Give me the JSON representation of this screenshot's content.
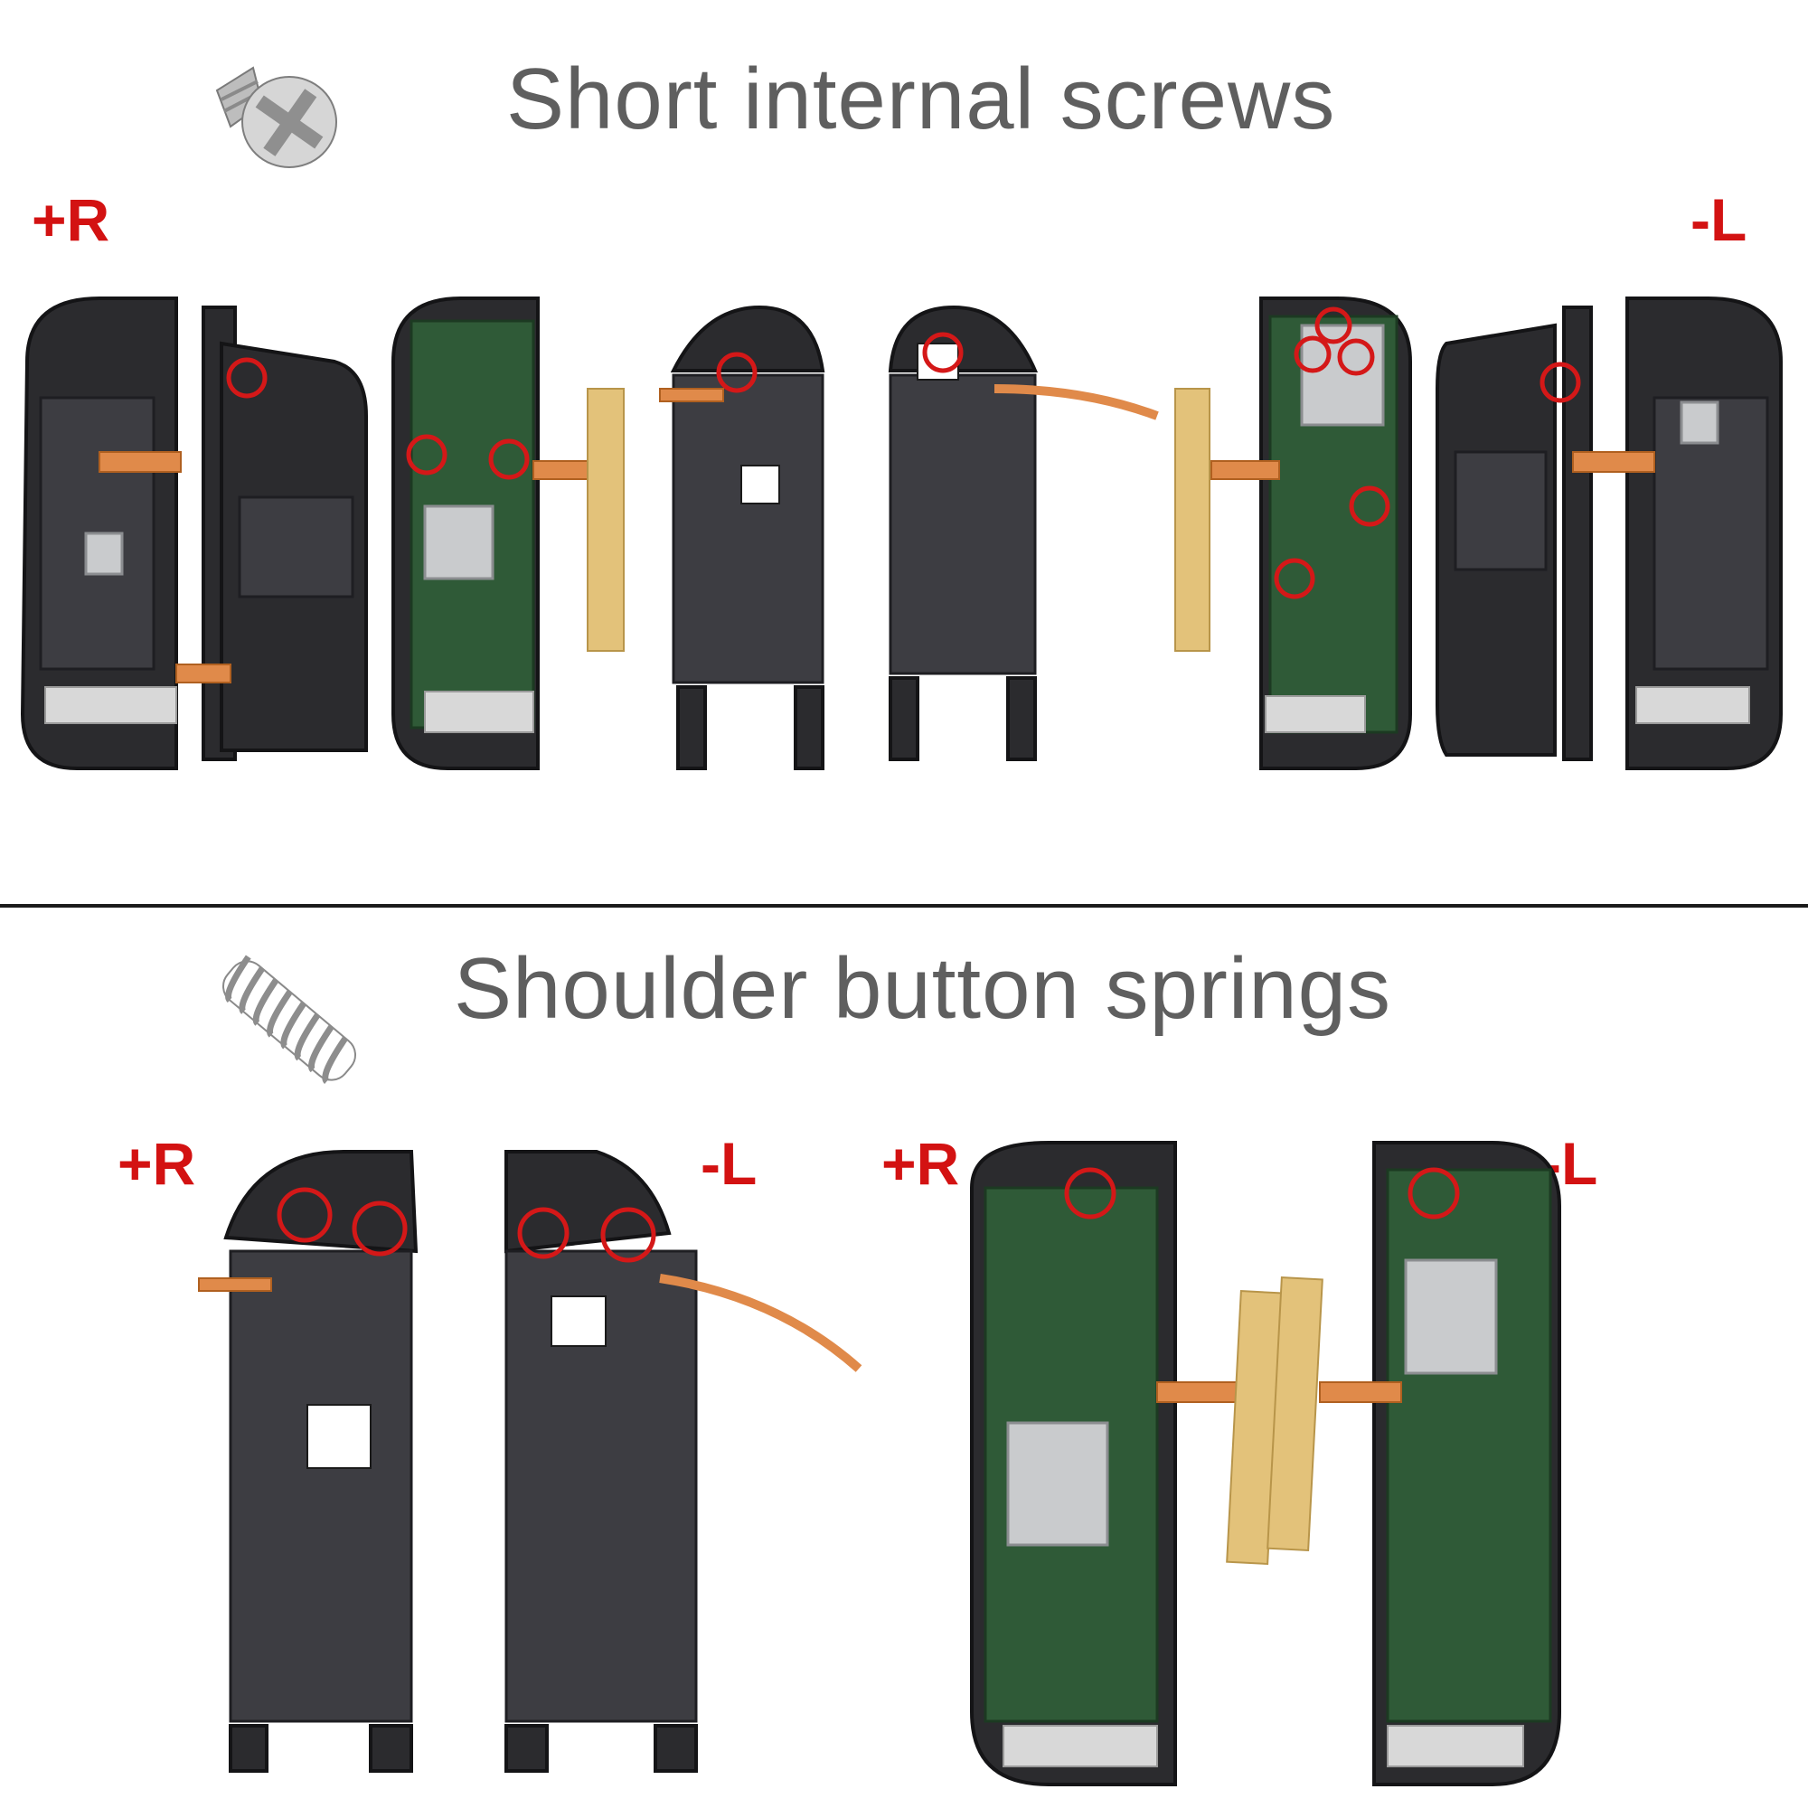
{
  "sections": [
    {
      "title": "Short internal screws",
      "labels": {
        "right": "+R",
        "left": "-L"
      },
      "icon": "screw-icon"
    },
    {
      "title": "Shoulder button springs",
      "labels": {
        "right_a": "+R",
        "left_a": "-L",
        "right_b": "+R",
        "left_b": "-L"
      },
      "icon": "spring-icon"
    }
  ],
  "colors": {
    "title": "#5f5f5f",
    "label": "#d31212",
    "marker": "#d41818",
    "divider": "#1b1b1b"
  }
}
